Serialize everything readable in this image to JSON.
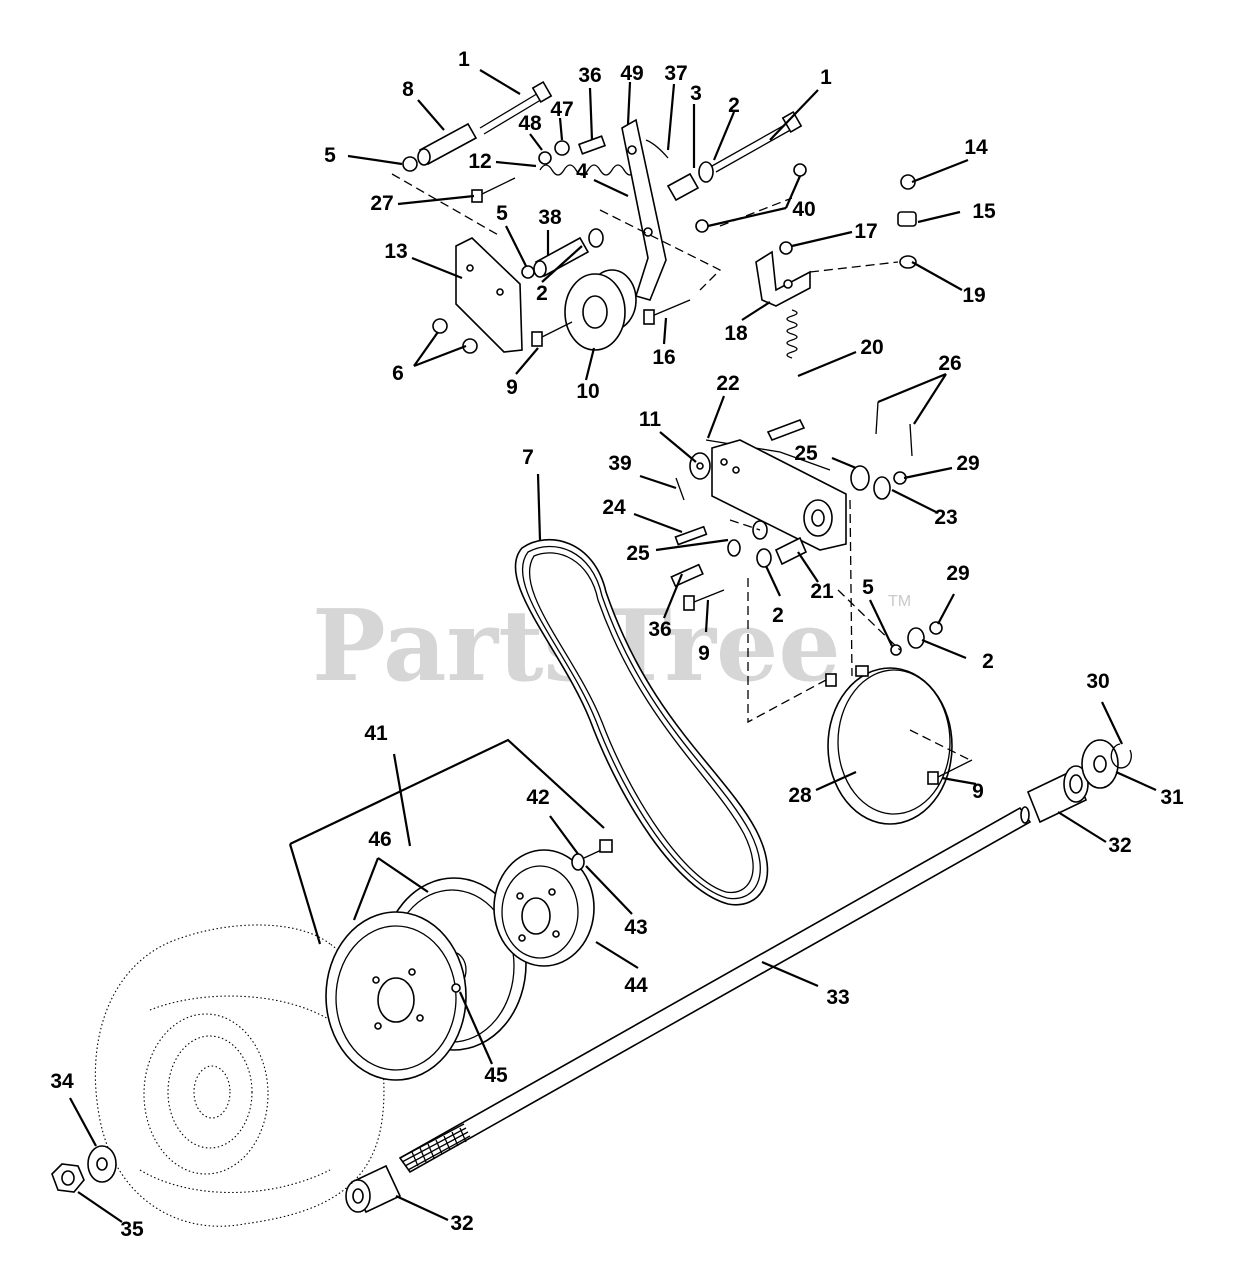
{
  "watermark": {
    "text": "PartsTree",
    "trademark": "TM"
  },
  "callouts": [
    {
      "label": "1"
    },
    {
      "label": "8"
    },
    {
      "label": "36"
    },
    {
      "label": "49"
    },
    {
      "label": "37"
    },
    {
      "label": "1"
    },
    {
      "label": "47"
    },
    {
      "label": "48"
    },
    {
      "label": "3"
    },
    {
      "label": "2"
    },
    {
      "label": "5"
    },
    {
      "label": "12"
    },
    {
      "label": "4"
    },
    {
      "label": "14"
    },
    {
      "label": "27"
    },
    {
      "label": "40"
    },
    {
      "label": "15"
    },
    {
      "label": "5"
    },
    {
      "label": "38"
    },
    {
      "label": "17"
    },
    {
      "label": "13"
    },
    {
      "label": "2"
    },
    {
      "label": "19"
    },
    {
      "label": "18"
    },
    {
      "label": "16"
    },
    {
      "label": "6"
    },
    {
      "label": "20"
    },
    {
      "label": "9"
    },
    {
      "label": "10"
    },
    {
      "label": "22"
    },
    {
      "label": "26"
    },
    {
      "label": "11"
    },
    {
      "label": "7"
    },
    {
      "label": "39"
    },
    {
      "label": "25"
    },
    {
      "label": "29"
    },
    {
      "label": "24"
    },
    {
      "label": "23"
    },
    {
      "label": "25"
    },
    {
      "label": "21"
    },
    {
      "label": "29"
    },
    {
      "label": "5"
    },
    {
      "label": "2"
    },
    {
      "label": "36"
    },
    {
      "label": "9"
    },
    {
      "label": "2"
    },
    {
      "label": "30"
    },
    {
      "label": "41"
    },
    {
      "label": "31"
    },
    {
      "label": "9"
    },
    {
      "label": "28"
    },
    {
      "label": "42"
    },
    {
      "label": "32"
    },
    {
      "label": "46"
    },
    {
      "label": "43"
    },
    {
      "label": "44"
    },
    {
      "label": "33"
    },
    {
      "label": "45"
    },
    {
      "label": "34"
    },
    {
      "label": "35"
    },
    {
      "label": "32"
    }
  ]
}
